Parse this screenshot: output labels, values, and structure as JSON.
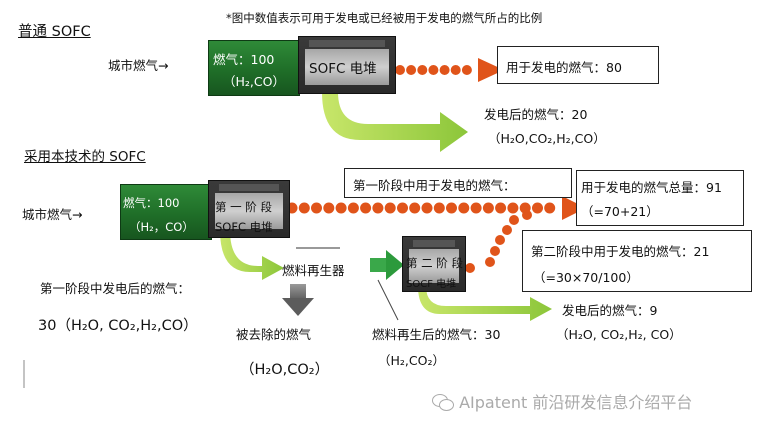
{
  "note": "*图中数值表示可用于发电或已经被用于发电的燃气所占的比例",
  "section1": {
    "title": "普通 SOFC",
    "input_label": "城市燃气→",
    "fuel_box_line1": "燃气：100",
    "fuel_box_line2": "（H₂,CO）",
    "stack_label": "SOFC 电堆",
    "used_label": "用于发电的燃气：80",
    "after_label": "发电后的燃气：20",
    "after_detail": "（H₂O,CO₂,H₂,CO）"
  },
  "section2": {
    "title": "采用本技术的 SOFC",
    "input_label": "城市燃气→",
    "fuel_box_line1": "燃气：100",
    "fuel_box_line2": "（H₂，CO）",
    "stage1_label_line1": "第 一 阶 段",
    "stage1_label_line2": "SOFC 电堆",
    "stage1_used_label": "第一阶段中用于发电的燃气：",
    "total_used_label": "用于发电的燃气总量：91",
    "total_used_formula": "（=70+21）",
    "stage1_after_label": "第一阶段中发电后的燃气：",
    "stage1_after_detail": "30（H₂O, CO₂,H₂,CO）",
    "regenerator_label": "燃料再生器",
    "removed_label": "被去除的燃气",
    "removed_detail": "（H₂O,CO₂）",
    "stage2_label_line1": "第 二 阶 段",
    "stage2_label_line2": "SOCF 电堆",
    "stage2_used_label": "第二阶段中用于发电的燃气：21",
    "stage2_used_formula": "（=30×70/100）",
    "regen_after_label": "燃料再生后的燃气：30",
    "regen_after_detail": "（H₂,CO₂）",
    "final_after_label": "发电后的燃气：9",
    "final_after_detail": "（H₂O, CO₂,H₂, CO）"
  },
  "watermark": "AIpatent 前沿研发信息介绍平台",
  "colors": {
    "dot_orange": "#e0541a",
    "arrow_green": "#9acd32",
    "stack_dark": "#2a2a2a",
    "fuel_green": "#1f6e28"
  }
}
